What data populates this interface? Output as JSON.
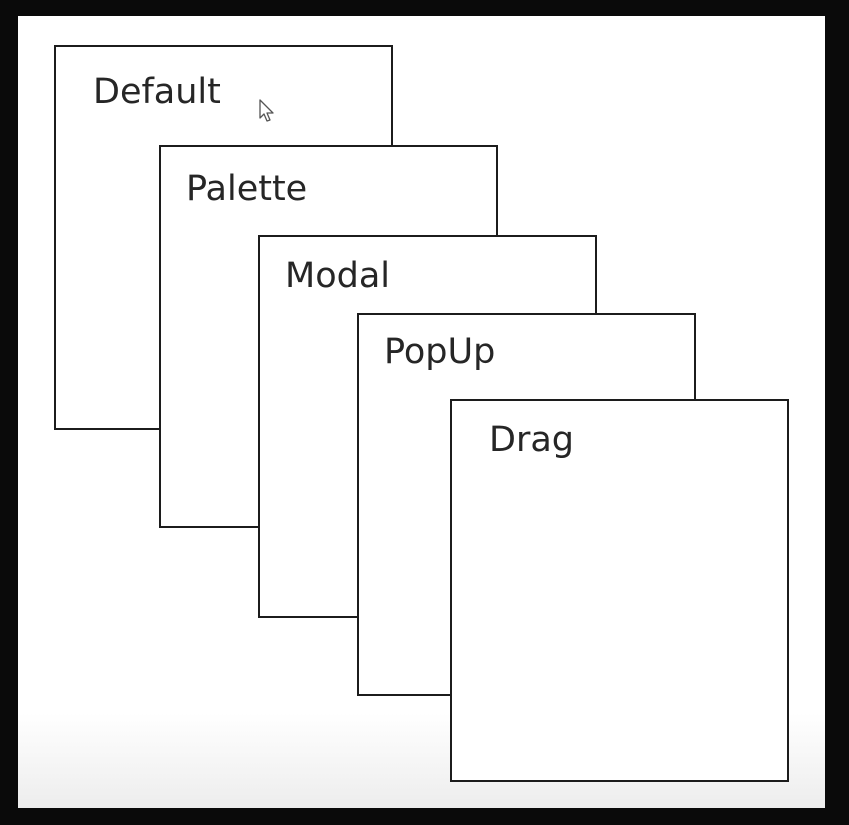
{
  "windows": [
    {
      "label": "Default"
    },
    {
      "label": "Palette"
    },
    {
      "label": "Modal"
    },
    {
      "label": "PopUp"
    },
    {
      "label": "Drag"
    }
  ],
  "cursor_icon": "arrow-pointer-icon"
}
